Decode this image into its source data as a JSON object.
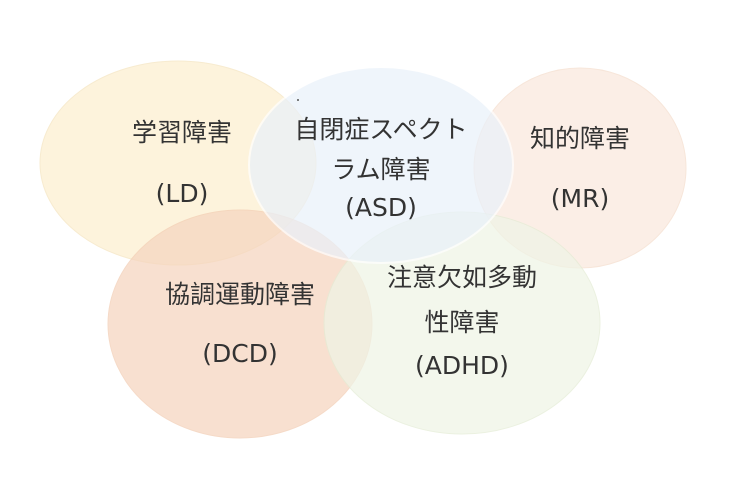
{
  "diagram": {
    "type": "venn",
    "sets": [
      {
        "id": "ld",
        "lines": [
          "学習障害",
          "(LD)"
        ],
        "color": "#fdf1d6",
        "edge": "#f6e8c8"
      },
      {
        "id": "mr",
        "lines": [
          "知的障害",
          "(MR)"
        ],
        "color": "#fbece2",
        "edge": "#f6e2d4"
      },
      {
        "id": "asd",
        "lines": [
          "自閉症スペクト",
          "ラム障害",
          "(ASD)"
        ],
        "color": "#e9f1fa",
        "edge": "#ffffff"
      },
      {
        "id": "dcd",
        "lines": [
          "協調運動障害",
          "(DCD)"
        ],
        "color": "#f6d5bf",
        "edge": "#f2cdb3"
      },
      {
        "id": "adhd",
        "lines": [
          "注意欠如多動",
          "性障害",
          "(ADHD)"
        ],
        "color": "#eff4e6",
        "edge": "#e4ecd5"
      }
    ]
  }
}
